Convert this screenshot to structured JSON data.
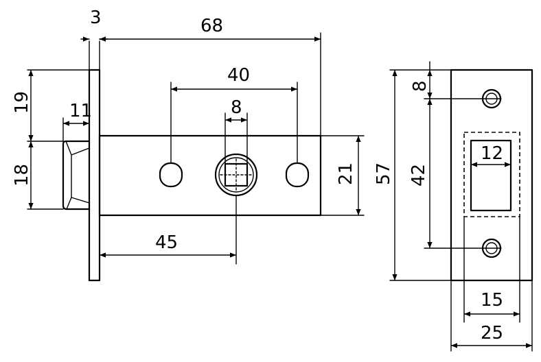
{
  "drawing": {
    "latch_dimensions": {
      "faceplate_thickness": "3",
      "backset_total": "68",
      "hole_spacing": "40",
      "spindle_square": "8",
      "top_offset": "19",
      "latch_depth": "11",
      "latch_height": "18",
      "body_height": "21",
      "spindle_backset": "45"
    },
    "strike_dimensions": {
      "top_hole_offset": "8",
      "plate_height": "57",
      "hole_centers": "42",
      "opening_width": "12",
      "hole_width": "15",
      "plate_width": "25"
    }
  }
}
